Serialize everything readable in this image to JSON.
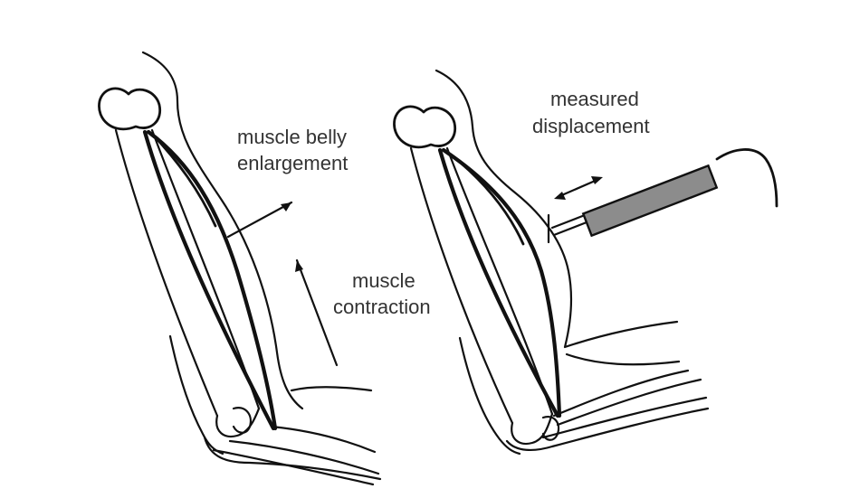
{
  "labels": {
    "belly": [
      "muscle belly",
      "enlargement"
    ],
    "contraction": [
      "muscle",
      "contraction"
    ],
    "displacement": [
      "measured",
      "displacement"
    ]
  },
  "colors": {
    "line": "#111111",
    "text": "#333333",
    "probe_body": "#8c8c8c",
    "background": "#ffffff"
  }
}
